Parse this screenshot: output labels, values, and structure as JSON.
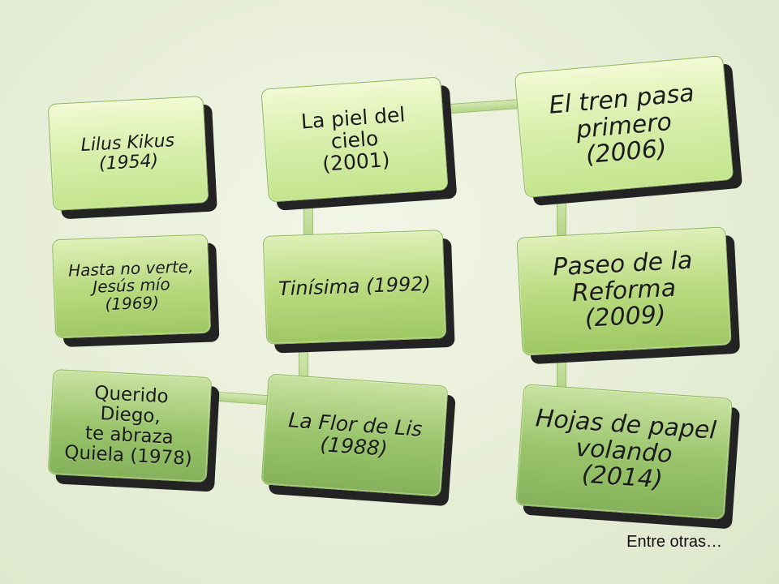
{
  "diagram": {
    "boxes": [
      {
        "id": "lilus-kikus",
        "text": "Lilus Kikus\n(1954)"
      },
      {
        "id": "hasta-no-verte",
        "text": "Hasta no verte,\nJesús mío\n(1969)"
      },
      {
        "id": "querido-diego",
        "text": "Querido Diego,\nte abraza\nQuiela (1978)"
      },
      {
        "id": "la-flor-de-lis",
        "text": "La Flor de Lis\n(1988)"
      },
      {
        "id": "tinisima",
        "text": "Tinísima (1992)"
      },
      {
        "id": "la-piel-del-cielo",
        "text": "La piel del cielo\n(2001)"
      },
      {
        "id": "el-tren-pasa-primero",
        "text": "El tren pasa\nprimero\n(2006)"
      },
      {
        "id": "paseo-de-la-reforma",
        "text": "Paseo de la\nReforma\n(2009)"
      },
      {
        "id": "hojas-de-papel-volando",
        "text": "Hojas de papel\nvolando\n(2014)"
      }
    ],
    "colors": {
      "light": "#d8efac",
      "medium": "#b8da7e",
      "dark": "#9ac56c",
      "shadow": "#232323"
    }
  },
  "caption": "Entre otras…"
}
